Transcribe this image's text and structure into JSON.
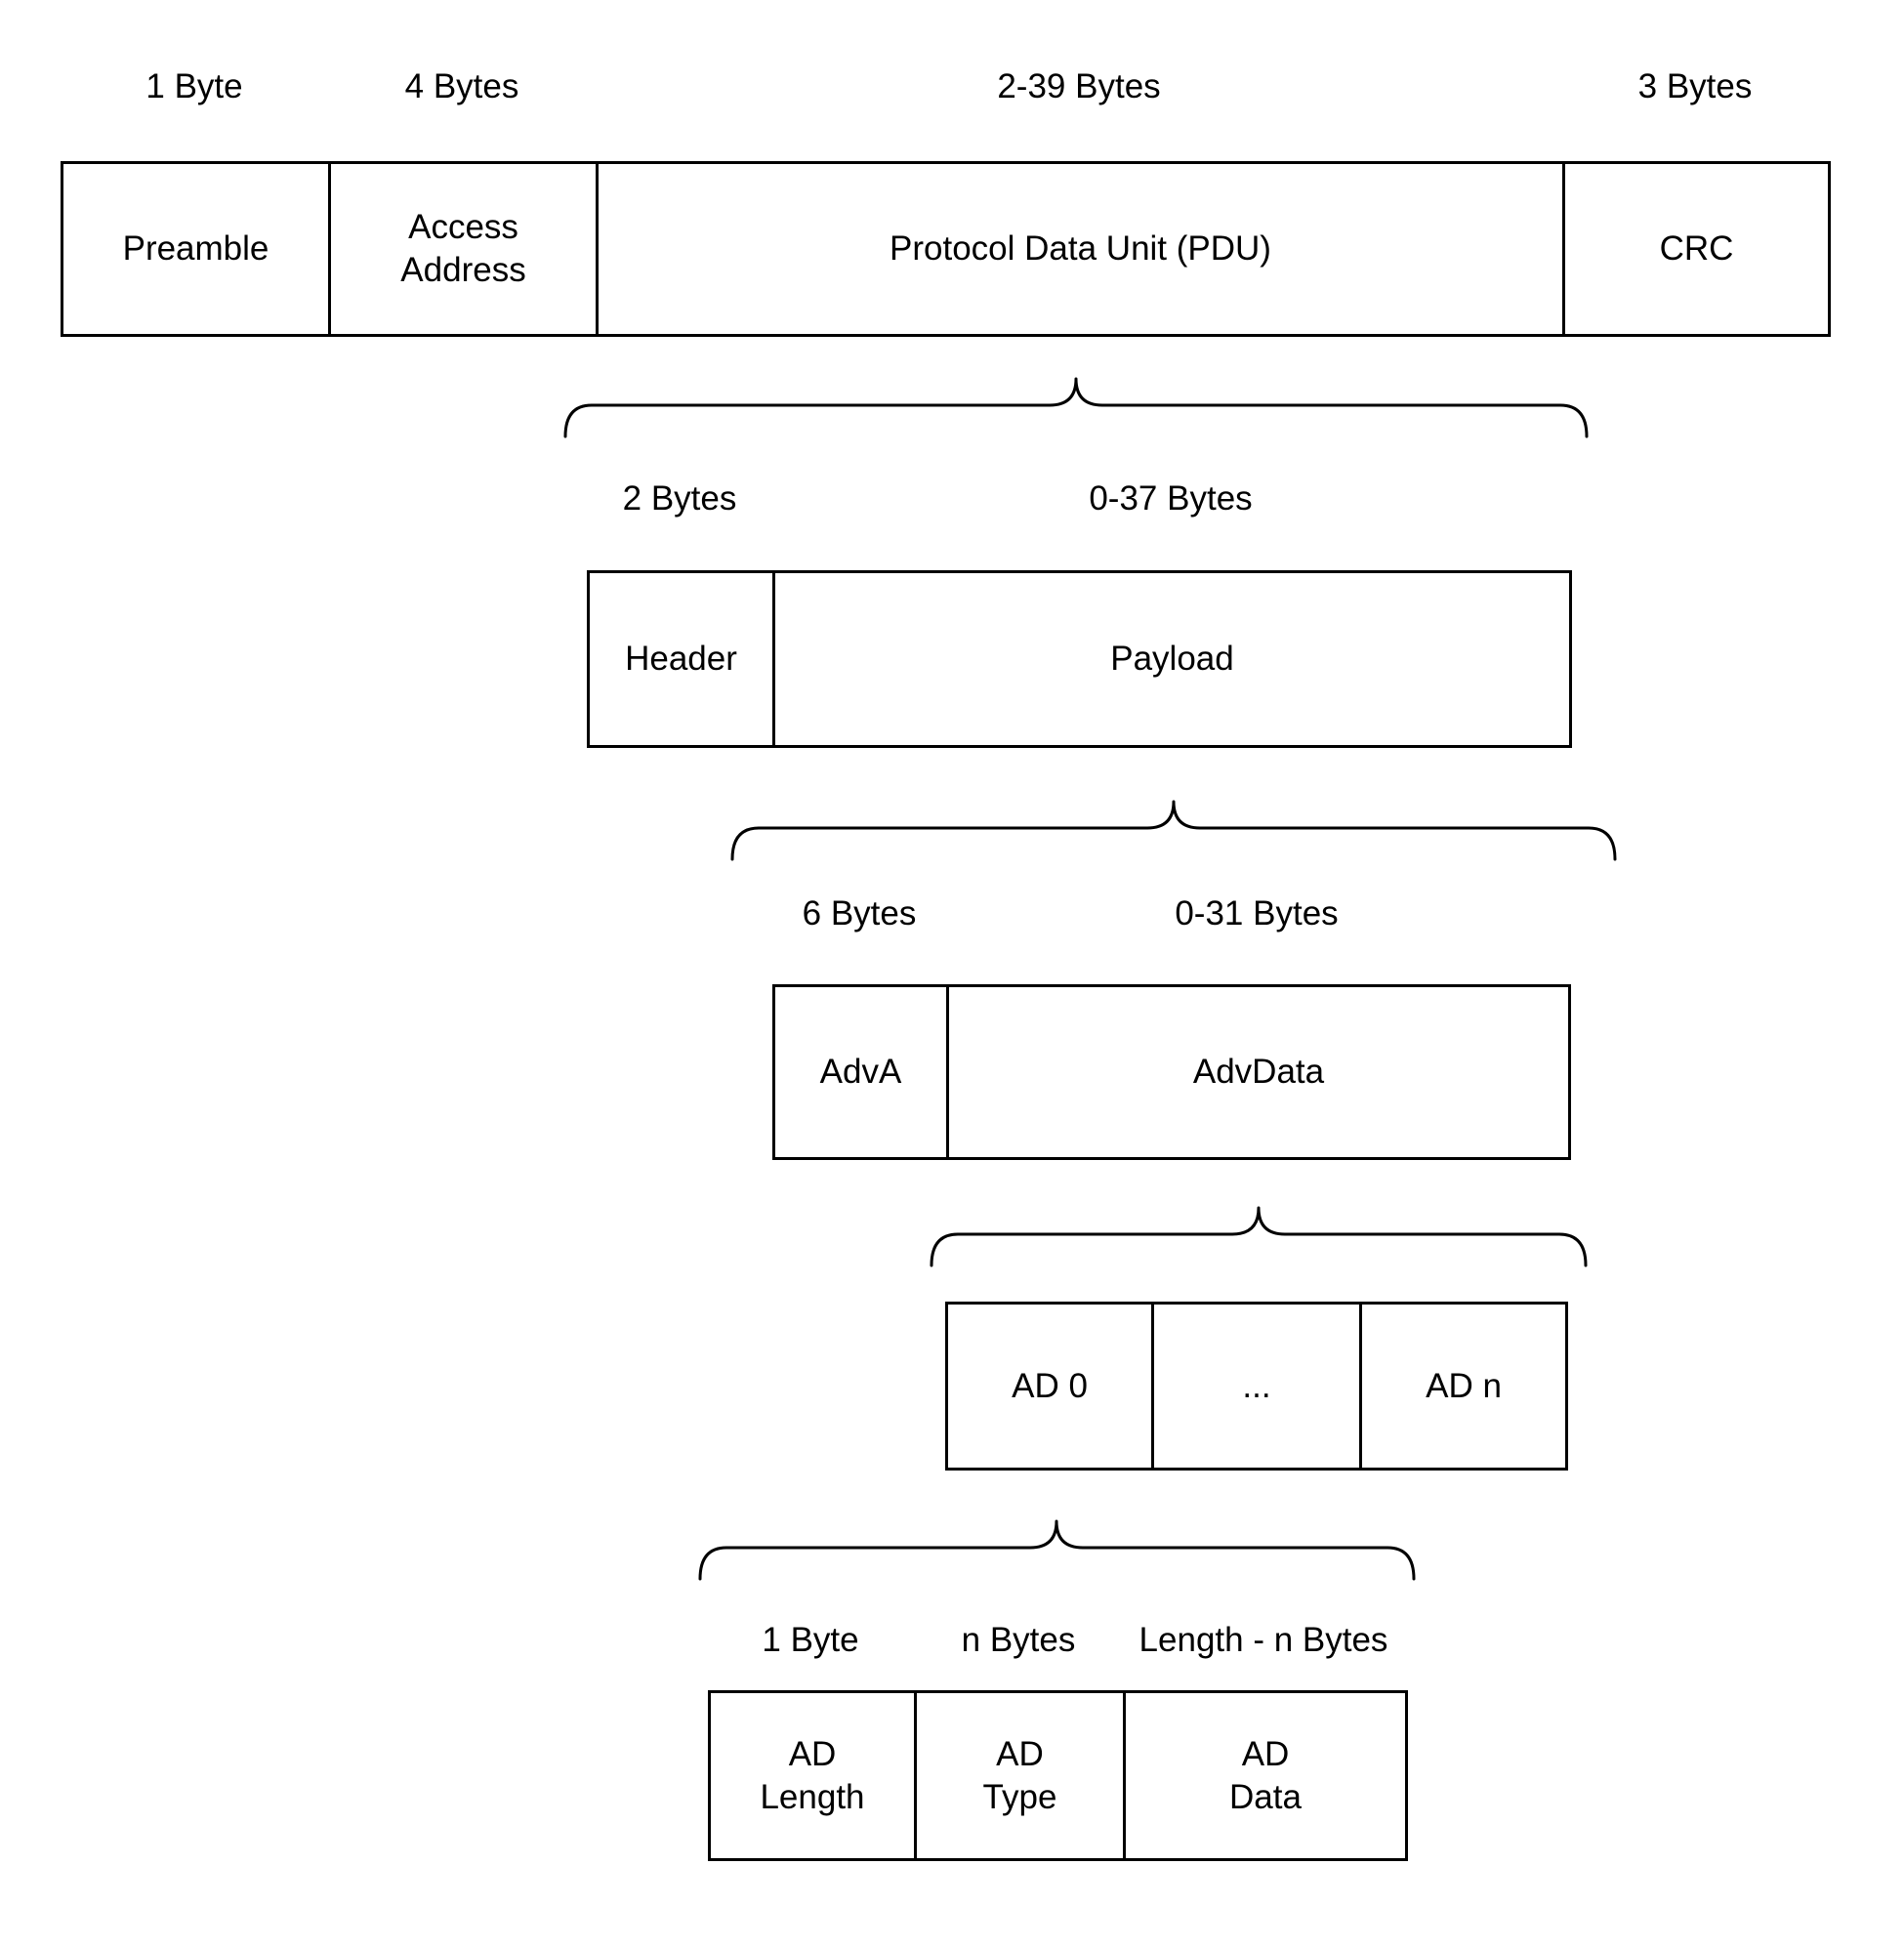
{
  "diagram": {
    "background_color": "#ffffff",
    "stroke_color": "#000000",
    "text_color": "#000000",
    "levels": {
      "packet": {
        "size_labels": {
          "preamble": "1 Byte",
          "access_address": "4 Bytes",
          "pdu": "2-39 Bytes",
          "crc": "3 Bytes"
        },
        "cells": {
          "preamble": "Preamble",
          "access_address": "Access\nAddress",
          "pdu": "Protocol Data Unit (PDU)",
          "crc": "CRC"
        }
      },
      "pdu": {
        "size_labels": {
          "header": "2 Bytes",
          "payload": "0-37 Bytes"
        },
        "cells": {
          "header": "Header",
          "payload": "Payload"
        }
      },
      "payload": {
        "size_labels": {
          "adva": "6 Bytes",
          "advdata": "0-31 Bytes"
        },
        "cells": {
          "adva": "AdvA",
          "advdata": "AdvData"
        }
      },
      "advdata": {
        "cells": {
          "ad0": "AD 0",
          "ellipsis": "...",
          "adn": "AD n"
        }
      },
      "ad_structure": {
        "size_labels": {
          "ad_length": "1 Byte",
          "ad_type": "n Bytes",
          "ad_data": "Length - n Bytes"
        },
        "cells": {
          "ad_length": "AD\nLength",
          "ad_type": "AD\nType",
          "ad_data": "AD\nData"
        }
      }
    }
  }
}
